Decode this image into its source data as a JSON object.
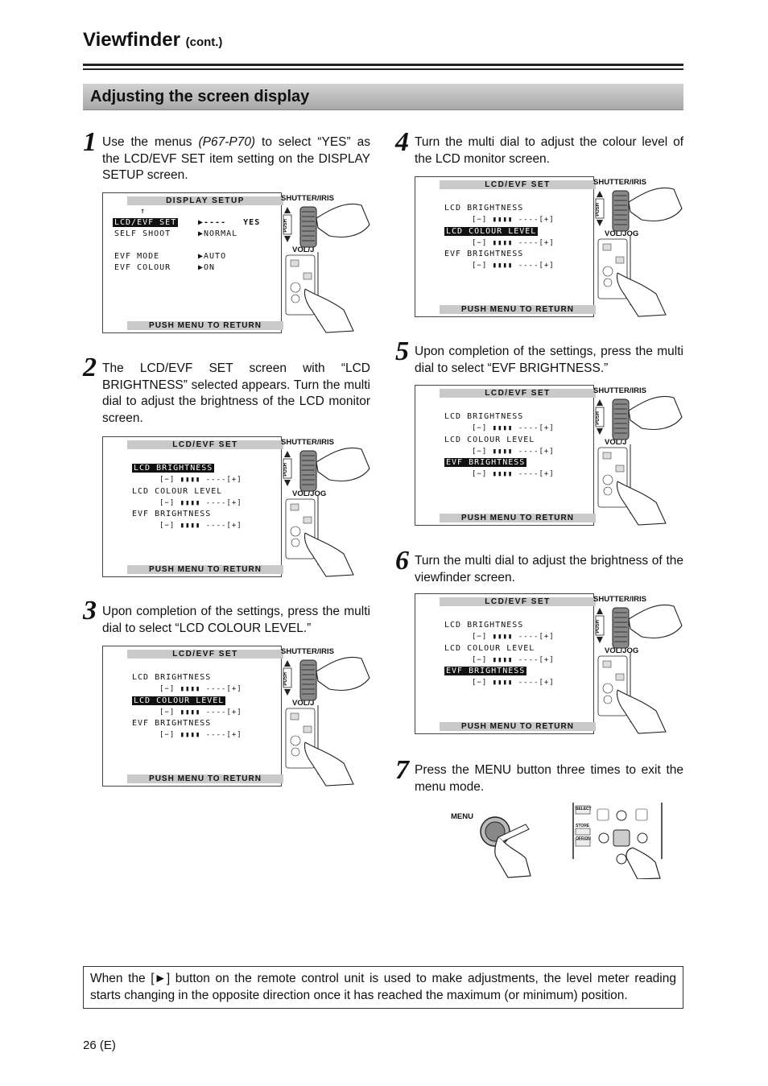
{
  "header": {
    "title": "Viewfinder",
    "cont": "(cont.)"
  },
  "section_title": "Adjusting the screen display",
  "steps": [
    {
      "num": "1",
      "text_a": "Use the menus ",
      "text_ref": "(P67-P70)",
      "text_b": " to select “YES” as the LCD/EVF SET item setting on the DISPLAY SETUP screen."
    },
    {
      "num": "2",
      "text": "The LCD/EVF SET screen with “LCD BRIGHTNESS” selected appears. Turn the multi dial to adjust the brightness of the LCD monitor screen."
    },
    {
      "num": "3",
      "text": "Upon completion of the settings, press the multi dial to select “LCD COLOUR LEVEL.”"
    },
    {
      "num": "4",
      "text": "Turn the multi dial to adjust the colour level of the LCD monitor screen."
    },
    {
      "num": "5",
      "text": "Upon completion of the settings, press the multi dial to select “EVF BRIGHTNESS.”"
    },
    {
      "num": "6",
      "text": "Turn the multi dial to adjust the brightness of the viewfinder screen."
    },
    {
      "num": "7",
      "text": "Press the MENU button three times to exit the menu mode."
    }
  ],
  "display_setup_menu": {
    "title": "DISPLAY SETUP",
    "arrow": "↑",
    "items": [
      {
        "label": "LCD/EVF SET",
        "value": "▶----   YES",
        "selected": true
      },
      {
        "label": "SELF SHOOT",
        "value": "▶NORMAL"
      },
      {
        "label": "EVF MODE",
        "value": "▶AUTO"
      },
      {
        "label": "EVF COLOUR",
        "value": "▶ON"
      }
    ],
    "footer": "PUSH MENU TO RETURN"
  },
  "lcd_evf_menu": {
    "title": "LCD/EVF SET",
    "items": [
      "LCD BRIGHTNESS",
      "LCD COLOUR LEVEL",
      "EVF BRIGHTNESS"
    ],
    "bar": "[−] ▮▮▮▮ ----[+]",
    "footer": "PUSH MENU TO RETURN"
  },
  "dial_labels": {
    "top": "SHUTTER/IRIS",
    "bottom_full": "VOL/JOG",
    "bottom_cut": "VOL/J",
    "push": "PUSH"
  },
  "remote": {
    "menu_label": "MENU",
    "select": "SELECT",
    "store": "STORE",
    "offon": "OFF/ON"
  },
  "note": "When the [►] button on the remote control unit is used to make adjustments, the level meter reading starts changing in the opposite direction once it has reached the maximum (or minimum) position.",
  "page_number": "26 (E)"
}
